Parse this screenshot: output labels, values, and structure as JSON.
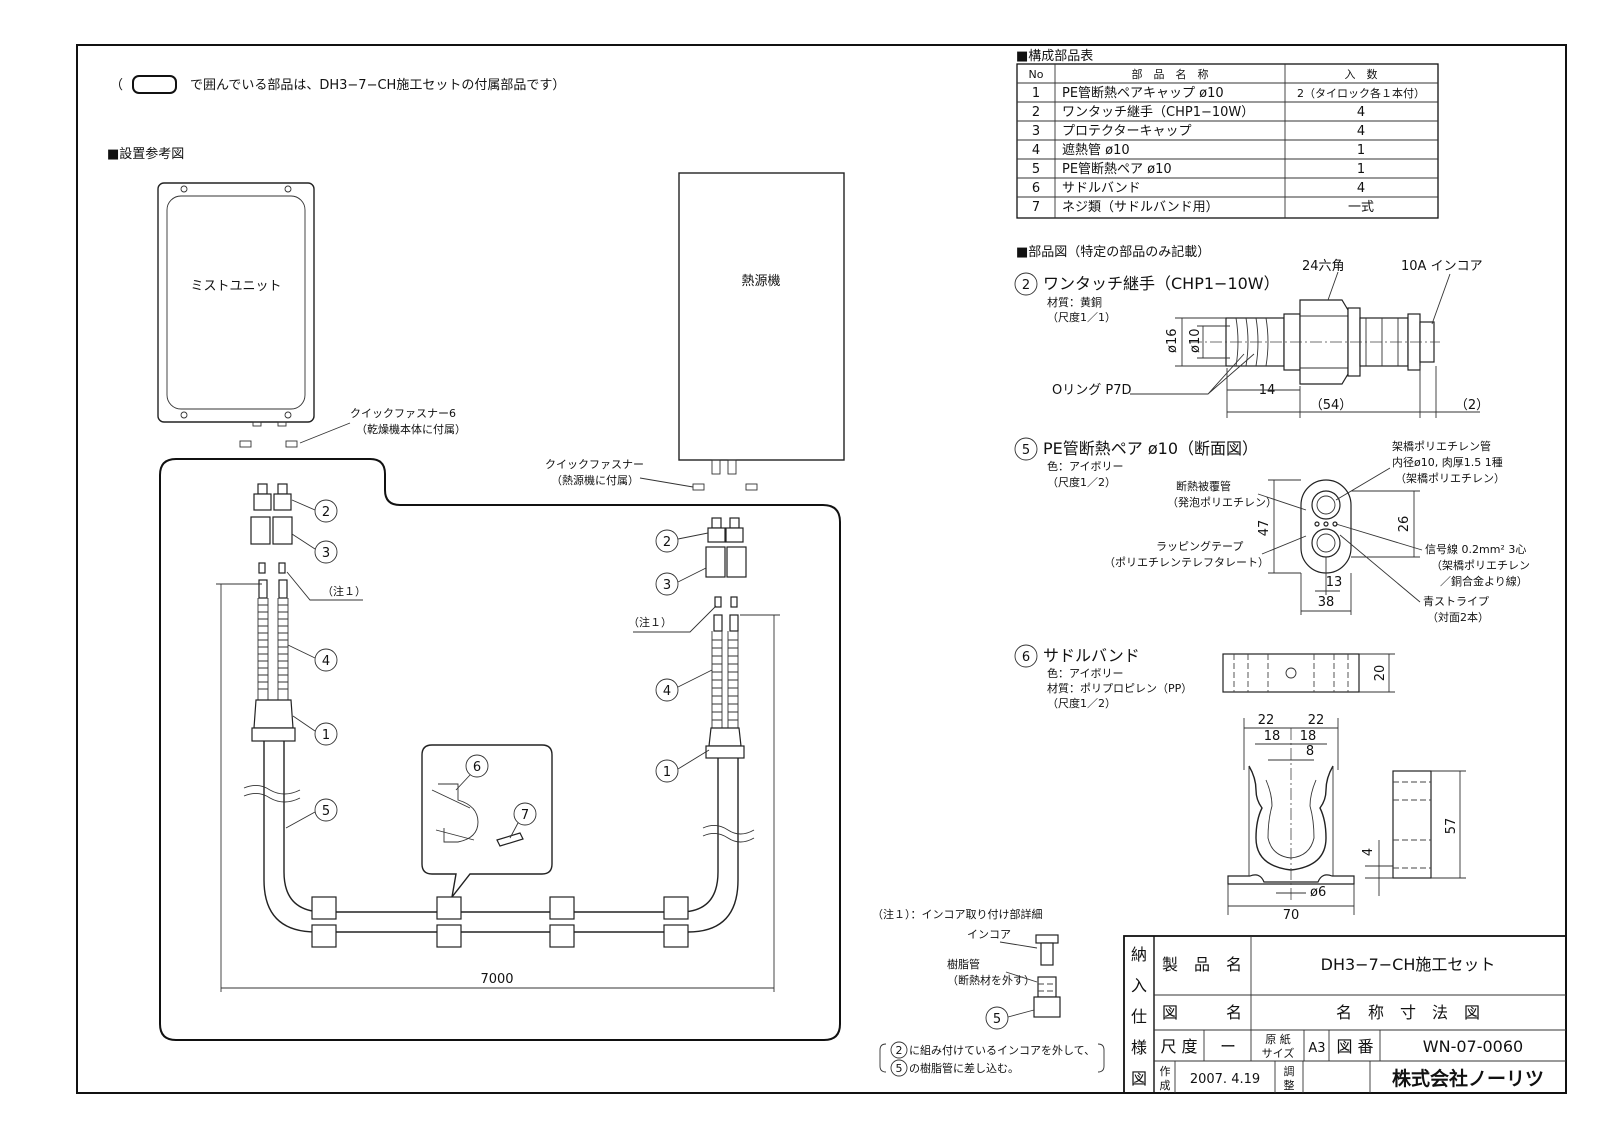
{
  "header_note": {
    "prefix": "（",
    "text": "で囲んでいる部品は、DH3−7−CH施工セットの付属部品です）"
  },
  "install": {
    "title": "■設置参考図",
    "mist_unit": "ミストユニット",
    "heat_source": "熱源機",
    "qf6_label": "クイックファスナー6",
    "qf6_note": "（乾燥機本体に付属）",
    "qf_label": "クイックファスナー",
    "qf_note": "（熱源機に付属）",
    "note1_left": "（注１）",
    "note1_right": "（注１）",
    "length": "7000",
    "balloons": [
      "2",
      "3",
      "4",
      "1",
      "5",
      "2",
      "3",
      "4",
      "1",
      "6",
      "7"
    ]
  },
  "parts_table": {
    "title": "■構成部品表",
    "headers": [
      "No",
      "部　品　名　称",
      "入　数"
    ],
    "rows": [
      {
        "no": "1",
        "name": "PE管断熱ペアキャップ ø10",
        "qty": "2（タイロック各１本付）"
      },
      {
        "no": "2",
        "name": "ワンタッチ継手（CHP1−10W）",
        "qty": "4"
      },
      {
        "no": "3",
        "name": "プロテクターキャップ",
        "qty": "4"
      },
      {
        "no": "4",
        "name": "遮熱管 ø10",
        "qty": "1"
      },
      {
        "no": "5",
        "name": "PE管断熱ペア ø10",
        "qty": "1"
      },
      {
        "no": "6",
        "name": "サドルバンド",
        "qty": "4"
      },
      {
        "no": "7",
        "name": "ネジ類（サドルバンド用）",
        "qty": "一式"
      }
    ]
  },
  "parts_diagram": {
    "title": "■部品図（特定の部品のみ記載）",
    "p2": {
      "num": "2",
      "name": "ワンタッチ継手（CHP1−10W）",
      "material": "材質：黄銅",
      "scale": "（尺度1／1）",
      "hex": "24六角",
      "incore": "10A インコア",
      "d16": "ø16",
      "d10": "ø10",
      "oring": "Oリング P7D",
      "dim14": "14",
      "dim54": "（54）",
      "dim2": "（2）"
    },
    "p5": {
      "num": "5",
      "name": "PE管断熱ペア ø10（断面図）",
      "color": "色：アイボリー",
      "scale": "（尺度1／2）",
      "insul": "断熱被覆管",
      "insul_sub": "（発泡ポリエチレン）",
      "wrap": "ラッピングテープ",
      "wrap_sub": "（ポリエチレンテレフタレート）",
      "pipe": "架橋ポリエチレン管",
      "pipe_spec": "内径ø10, 肉厚1.5 1種",
      "pipe_sub": "（架橋ポリエチレン）",
      "signal": "信号線 0.2mm² 3心",
      "signal_sub1": "（架橋ポリエチレン",
      "signal_sub2": "／銅合金より線）",
      "stripe": "青ストライプ",
      "stripe_sub": "（対面2本）",
      "dim47": "47",
      "dim26": "26",
      "dim13": "13",
      "dim38": "38"
    },
    "p6": {
      "num": "6",
      "name": "サドルバンド",
      "color": "色：アイボリー",
      "material": "材質：ポリプロピレン（PP）",
      "scale": "（尺度1／2）",
      "dim20": "20",
      "dim22a": "22",
      "dim22b": "22",
      "dim18a": "18",
      "dim18b": "18",
      "dim8": "8",
      "dim57": "57",
      "dim4": "4",
      "dim6": "ø6",
      "dim70": "70"
    }
  },
  "note_detail": {
    "title": "（注１）：インコア取り付け部詳細",
    "incore": "インコア",
    "resin": "樹脂管",
    "resin_sub": "（断熱材を外す）",
    "balloon": "5",
    "instr_1a": "2",
    "instr_1b": "に組み付けているインコアを外して、",
    "instr_2a": "5",
    "instr_2b": "の樹脂管に差し込む。"
  },
  "title_block": {
    "side_chars": [
      "納",
      "入",
      "仕",
      "様",
      "図"
    ],
    "product_label": "製　品　名",
    "product_value": "DH3−7−CH施工セット",
    "drawing_label": "図　　　名",
    "drawing_value": "名　称　寸　法　図",
    "scale_label": "尺 度",
    "scale_value": "ー",
    "paper_label_1": "原 紙",
    "paper_label_2": "サイズ",
    "paper_value": "A3",
    "number_label": "図 番",
    "number_value": "WN-07-0060",
    "made_label_1": "作",
    "made_label_2": "成",
    "made_value": "2007. 4.19",
    "adjust_label_1": "調",
    "adjust_label_2": "整",
    "company": "株式会社ノーリツ"
  }
}
